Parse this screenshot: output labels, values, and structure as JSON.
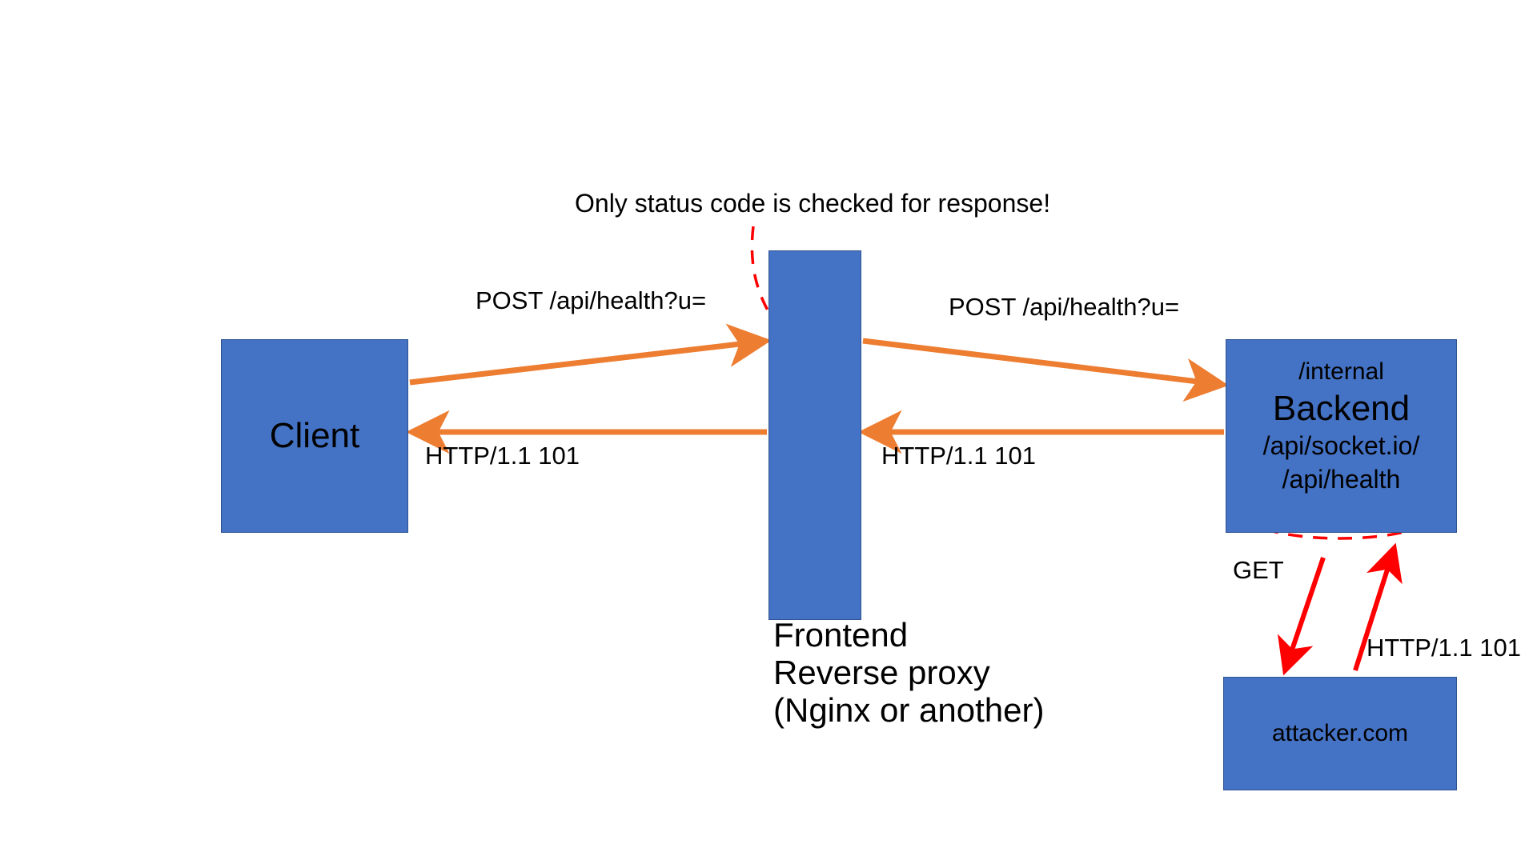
{
  "diagram": {
    "headline": "Only status code is checked for response!",
    "background_color": "#FFFFFF",
    "node_fill_color": "#4472C4",
    "node_stroke_color": "#2F528F",
    "flow_arrow_color": "#ED7D31",
    "attack_arrow_color": "#FF0000",
    "highlight_color": "#FF0000"
  },
  "nodes": {
    "client": {
      "title": "Client"
    },
    "frontend": {
      "caption_line1": "Frontend",
      "caption_line2": "Reverse proxy",
      "caption_line3": "(Nginx or another)",
      "symbol": "recycle-loop-icon"
    },
    "backend": {
      "line_internal": "/internal",
      "line_title": "Backend",
      "line_socket": "/api/socket.io/",
      "line_health": "/api/health",
      "highlighted_route": "/api/health"
    },
    "attacker": {
      "title": "attacker.com"
    }
  },
  "edges": {
    "client_to_frontend": {
      "label": "POST /api/health?u=",
      "color": "#ED7D31",
      "direction": "right"
    },
    "frontend_to_backend": {
      "label": "POST /api/health?u=",
      "color": "#ED7D31",
      "direction": "right"
    },
    "frontend_to_client": {
      "label": "HTTP/1.1 101",
      "color": "#ED7D31",
      "direction": "left"
    },
    "backend_to_frontend": {
      "label": "HTTP/1.1 101",
      "color": "#ED7D31",
      "direction": "left"
    },
    "backend_to_attacker": {
      "label": "GET",
      "color": "#FF0000",
      "direction": "down"
    },
    "attacker_to_backend": {
      "label": "HTTP/1.1 101",
      "color": "#FF0000",
      "direction": "up"
    }
  }
}
